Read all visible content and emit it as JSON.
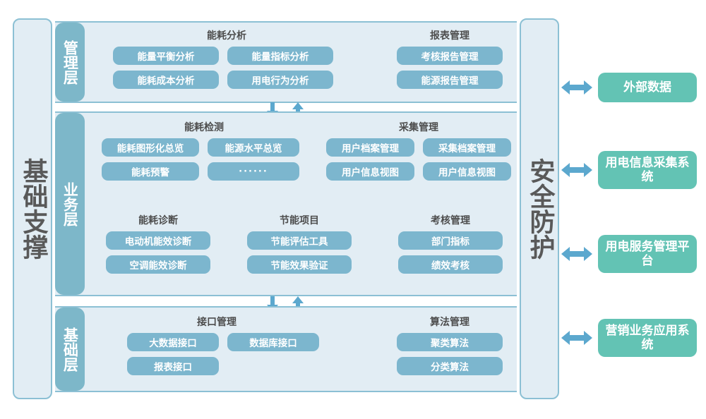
{
  "diagram": {
    "left_column": {
      "label": "基础支撑"
    },
    "right_column": {
      "label": "安全防护"
    },
    "colors": {
      "pill": "#7CB6CE",
      "band_bg": "#E2EDF4",
      "band_border": "#8CC0D4",
      "tab": "#7DB7C9",
      "external": "#63C3B4",
      "arrow": "#5CA8CE",
      "title_text": "#4d4d4d"
    },
    "layers": [
      {
        "id": "management",
        "label": "管理层",
        "groups": [
          {
            "title": "能耗分析",
            "rows": [
              [
                "能量平衡分析",
                "能量指标分析"
              ],
              [
                "能耗成本分析",
                "用电行为分析"
              ]
            ]
          },
          {
            "title": "报表管理",
            "rows": [
              [
                "考核报告管理"
              ],
              [
                "能源报告管理"
              ]
            ]
          }
        ]
      },
      {
        "id": "business",
        "label": "业务层",
        "groups": [
          {
            "title": "能耗检测",
            "rows": [
              [
                "能耗图形化总览",
                "能源水平总览"
              ],
              [
                "能耗预警",
                "······"
              ]
            ]
          },
          {
            "title": "采集管理",
            "rows": [
              [
                "用户档案管理",
                "采集档案管理"
              ],
              [
                "用户信息视图",
                "用户信息视图"
              ]
            ]
          },
          {
            "title": "能耗诊断",
            "rows": [
              [
                "电动机能效诊断"
              ],
              [
                "空调能效诊断"
              ]
            ]
          },
          {
            "title": "节能项目",
            "rows": [
              [
                "节能评估工具"
              ],
              [
                "节能效果验证"
              ]
            ]
          },
          {
            "title": "考核管理",
            "rows": [
              [
                "部门指标"
              ],
              [
                "绩效考核"
              ]
            ]
          }
        ]
      },
      {
        "id": "foundation",
        "label": "基础层",
        "groups": [
          {
            "title": "接口管理",
            "rows": [
              [
                "大数据接口",
                "数据库接口"
              ],
              [
                "报表接口"
              ]
            ]
          },
          {
            "title": "算法管理",
            "rows": [
              [
                "聚类算法"
              ],
              [
                "分类算法"
              ]
            ]
          }
        ]
      }
    ],
    "external_systems": [
      {
        "label": "外部数据"
      },
      {
        "label": "用电信息采集系统"
      },
      {
        "label": "用电服务管理平台"
      },
      {
        "label": "营销业务应用系统"
      }
    ],
    "connectors": {
      "down_arrow": "arrow-down",
      "up_arrow": "arrow-up",
      "bidirectional_arrow": "arrow-left-right"
    }
  }
}
